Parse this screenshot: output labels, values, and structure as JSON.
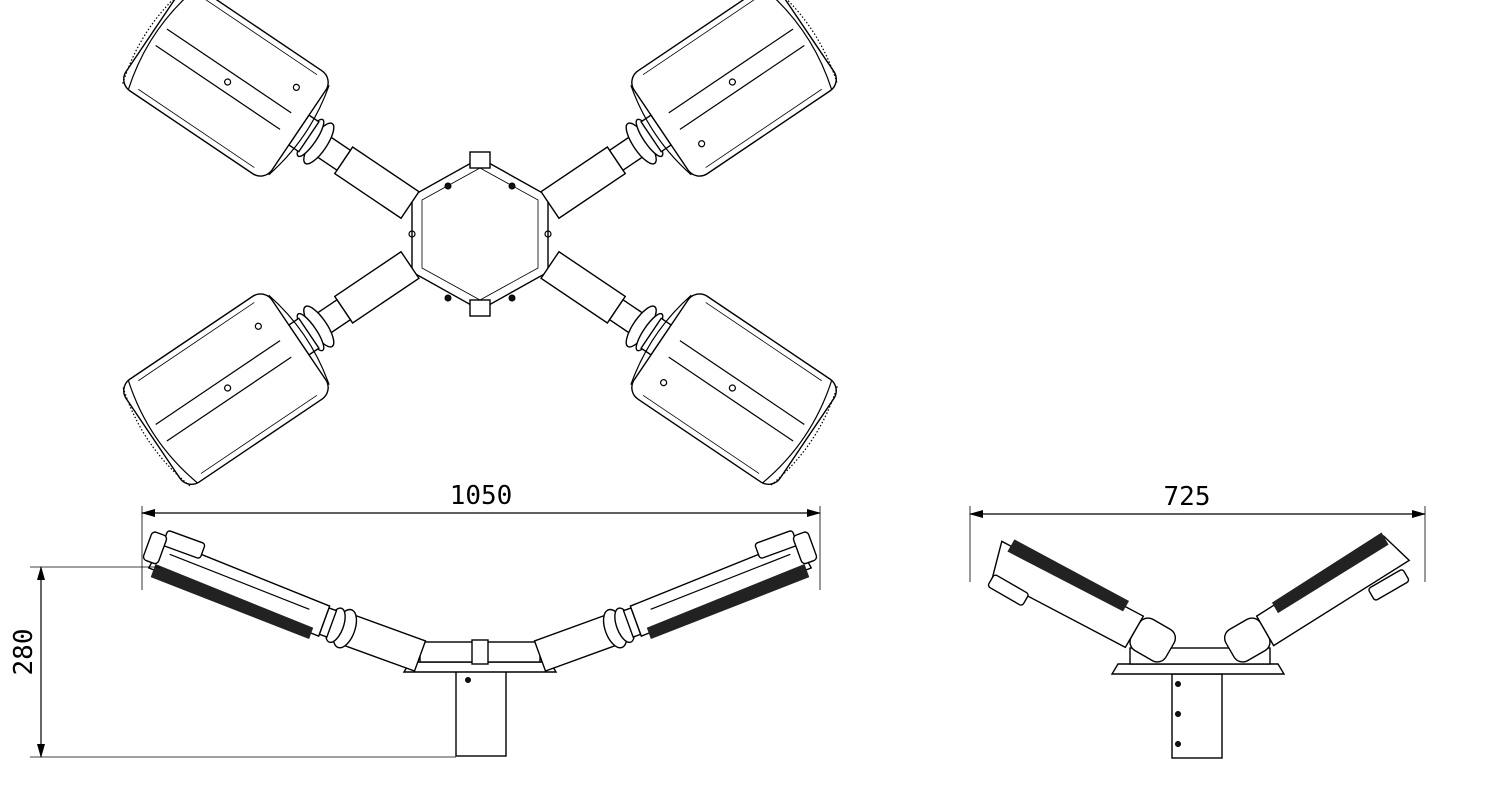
{
  "drawing": {
    "dimensions": {
      "front_width": "1050",
      "front_height": "280",
      "side_width": "725"
    },
    "colors": {
      "line": "#000000",
      "background": "#ffffff"
    }
  }
}
